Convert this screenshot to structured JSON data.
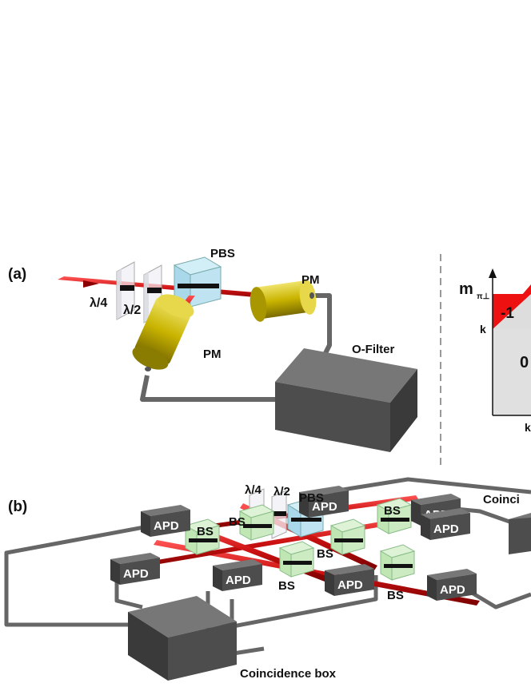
{
  "panel_a": {
    "label": "(a)",
    "lambda4": "λ/4",
    "lambda2": "λ/2",
    "pbs": "PBS",
    "pm_right": "PM",
    "pm_left": "PM",
    "ofilter": "O-Filter"
  },
  "inset": {
    "axis_label": "m",
    "axis_sub": "π⊥",
    "region_top": "-1",
    "region_bottom": "0",
    "tick_left": "k",
    "tick_bottom": "k"
  },
  "panel_b": {
    "label": "(b)",
    "lambda4": "λ/4",
    "lambda2": "λ/2",
    "pbs": "PBS",
    "apd": "APD",
    "bs": "BS",
    "coinc_right": "Coinci",
    "coinc_box": "Coincidence box"
  },
  "colors": {
    "laser": "#cc1111",
    "pm": "#c8b400",
    "box": "#555555",
    "cable": "#666666",
    "bs": "#bfe6b3",
    "pbs": "#a9d8ea",
    "inset_red": "#ee1111",
    "inset_gray": "#dddddd"
  }
}
